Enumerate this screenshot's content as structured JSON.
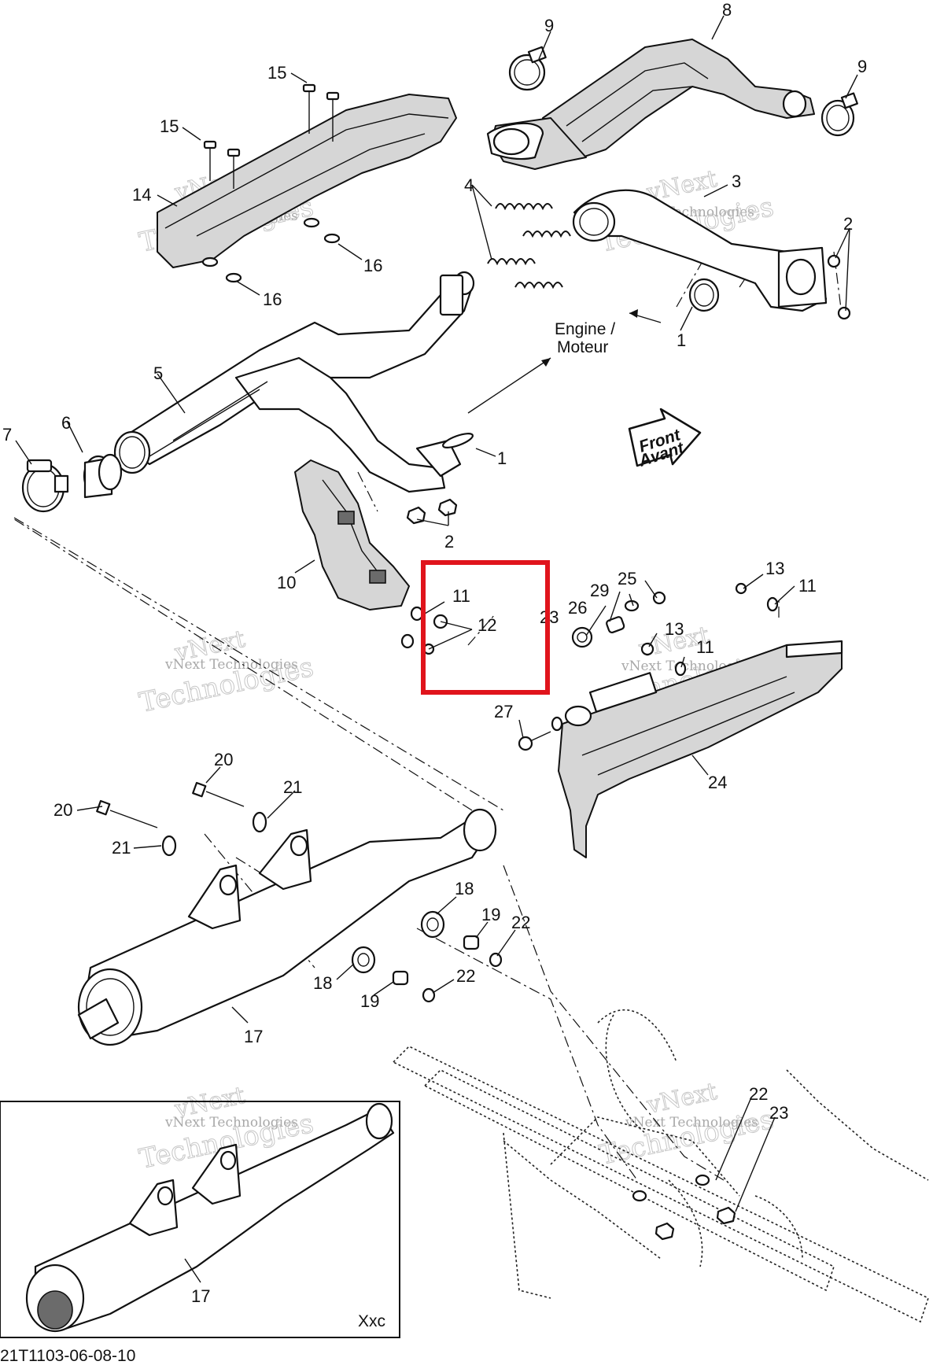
{
  "callouts": {
    "n1a": "1",
    "n1b": "1",
    "n2a": "2",
    "n2b": "2",
    "n3": "3",
    "n4": "4",
    "n5": "5",
    "n6": "6",
    "n7": "7",
    "n8": "8",
    "n9a": "9",
    "n9b": "9",
    "n10": "10",
    "n11a": "11",
    "n11b": "11",
    "n11c": "11",
    "n12": "12",
    "n13a": "13",
    "n13b": "13",
    "n14": "14",
    "n15a": "15",
    "n15b": "15",
    "n16a": "16",
    "n16b": "16",
    "n17a": "17",
    "n17b": "17",
    "n18a": "18",
    "n18b": "18",
    "n19a": "19",
    "n19b": "19",
    "n20a": "20",
    "n20b": "20",
    "n21a": "21",
    "n21b": "21",
    "n22a": "22",
    "n22b": "22",
    "n22c": "22",
    "n23a": "23",
    "n23b": "23",
    "n24": "24",
    "n25": "25",
    "n26": "26",
    "n27": "27",
    "n29": "29"
  },
  "labels": {
    "engine_line1": "Engine /",
    "engine_line2": "Moteur",
    "front_line1": "Front",
    "front_line2": "Avant",
    "variant": "Xxc",
    "drawing_code": "21T1103-06-08-10"
  },
  "watermark": {
    "line1": "vNext",
    "line2": "vNext Technologies",
    "line3": "Technologies"
  },
  "highlight": {
    "color": "#e0141c"
  }
}
